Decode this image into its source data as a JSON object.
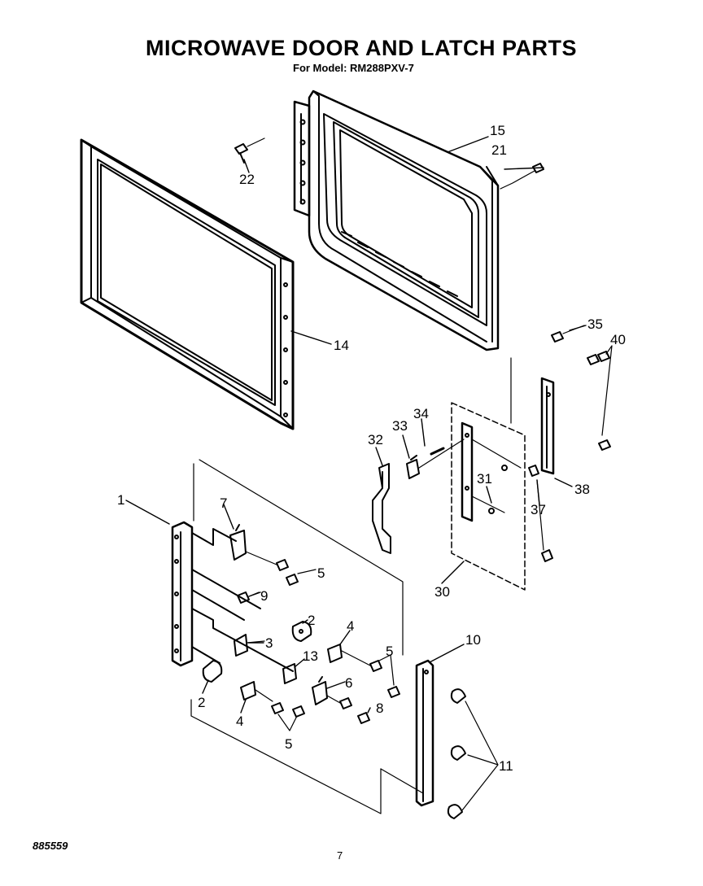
{
  "header": {
    "title": "MICROWAVE DOOR AND LATCH PARTS",
    "subtitle": "For Model: RM288PXV-7"
  },
  "footer": {
    "doc_number": "885559",
    "page_number": "7"
  },
  "callouts": [
    {
      "id": "c15",
      "label": "15"
    },
    {
      "id": "c21",
      "label": "21"
    },
    {
      "id": "c22",
      "label": "22"
    },
    {
      "id": "c14",
      "label": "14"
    },
    {
      "id": "c35",
      "label": "35"
    },
    {
      "id": "c40",
      "label": "40"
    },
    {
      "id": "c34",
      "label": "34"
    },
    {
      "id": "c33",
      "label": "33"
    },
    {
      "id": "c32",
      "label": "32"
    },
    {
      "id": "c31",
      "label": "31"
    },
    {
      "id": "c38",
      "label": "38"
    },
    {
      "id": "c37",
      "label": "37"
    },
    {
      "id": "c30",
      "label": "30"
    },
    {
      "id": "c1",
      "label": "1"
    },
    {
      "id": "c7",
      "label": "7"
    },
    {
      "id": "c5a",
      "label": "5"
    },
    {
      "id": "c9",
      "label": "9"
    },
    {
      "id": "c2a",
      "label": "2"
    },
    {
      "id": "c4a",
      "label": "4"
    },
    {
      "id": "c3",
      "label": "3"
    },
    {
      "id": "c13",
      "label": "13"
    },
    {
      "id": "c5b",
      "label": "5"
    },
    {
      "id": "c6",
      "label": "6"
    },
    {
      "id": "c8",
      "label": "8"
    },
    {
      "id": "c10",
      "label": "10"
    },
    {
      "id": "c11",
      "label": "11"
    },
    {
      "id": "c2b",
      "label": "2"
    },
    {
      "id": "c4b",
      "label": "4"
    },
    {
      "id": "c5c",
      "label": "5"
    }
  ]
}
